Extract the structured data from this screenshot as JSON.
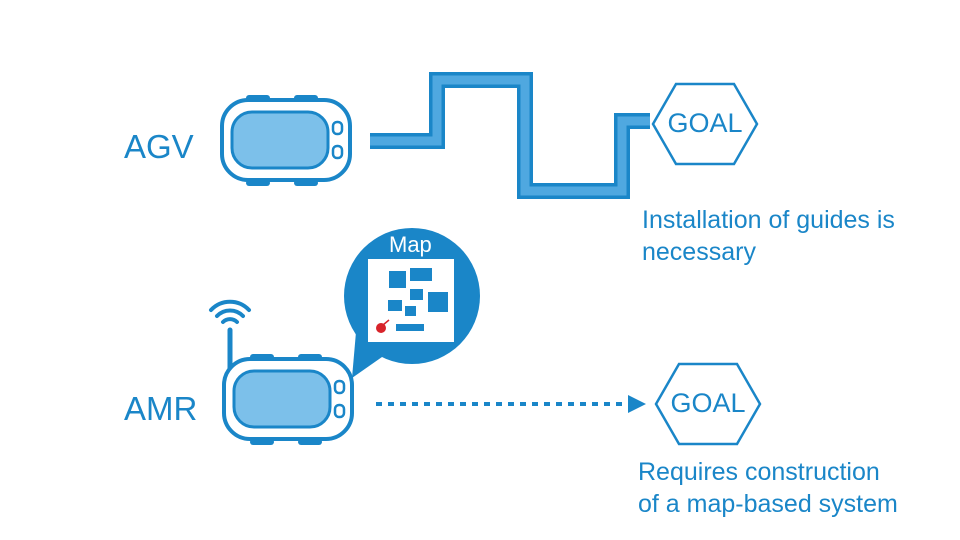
{
  "agv": {
    "label": "AGV",
    "goal_label": "GOAL",
    "note_line1": "Installation of guides is",
    "note_line2": "necessary"
  },
  "amr": {
    "label": "AMR",
    "map_label": "Map",
    "goal_label": "GOAL",
    "note_line1": "Requires construction",
    "note_line2": "of a map-based system"
  },
  "colors": {
    "primary": "#1a86c8",
    "body_fill": "#7cc0ea",
    "guide_fill": "#4fa8e0",
    "marker": "#d8232a"
  },
  "icons": [
    "vehicle-icon",
    "wifi-icon",
    "map-bubble-icon",
    "location-pin-icon",
    "hexagon-goal-icon",
    "arrow-head-icon"
  ]
}
